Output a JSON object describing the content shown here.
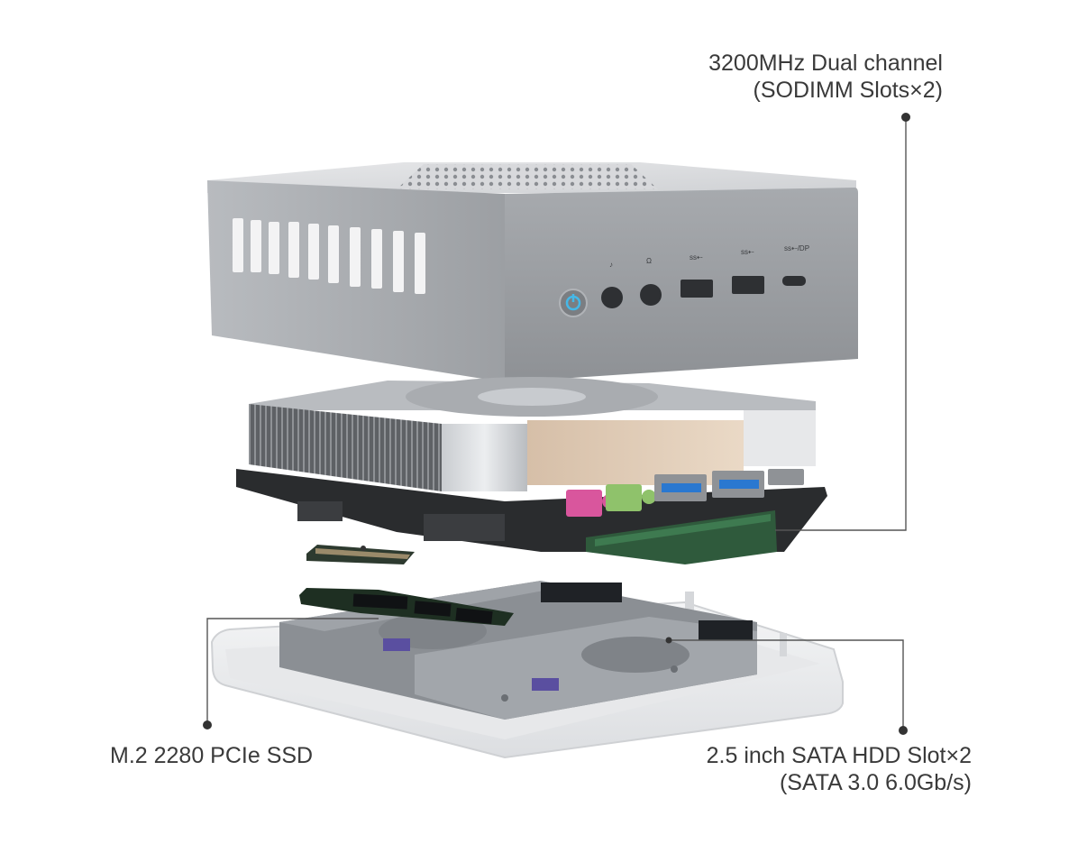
{
  "callouts": {
    "ram": {
      "line1": "3200MHz Dual channel",
      "line2": "(SODIMM Slots×2)"
    },
    "ssd": {
      "line1": "M.2 2280 PCIe SSD"
    },
    "hdd": {
      "line1": "2.5 inch SATA HDD Slot×2",
      "line2": "(SATA 3.0 6.0Gb/s)"
    }
  },
  "colors": {
    "callout_text": "#3a3a3a",
    "leader_line": "#555555",
    "chassis": "#9a9da2",
    "pcb": "#2a2c2e",
    "heatsink": "#d9c4b0",
    "ssd_board": "#1e2f22",
    "usb_port": "#2a78d0",
    "audio_pink": "#d9569d",
    "audio_green": "#8fc26b",
    "power_led": "#45b8e8"
  }
}
